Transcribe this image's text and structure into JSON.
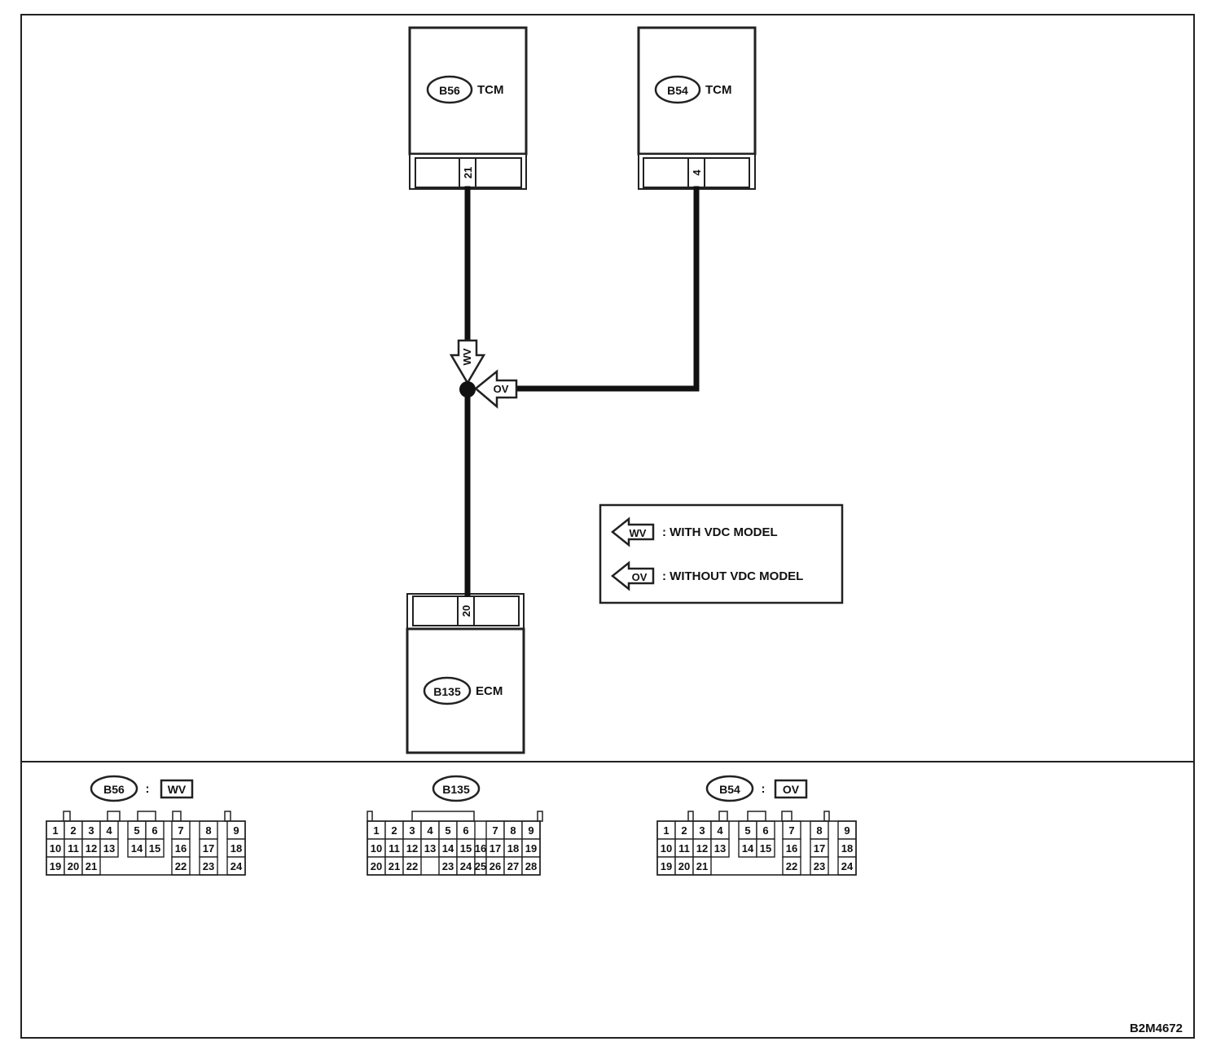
{
  "figure_id": "B2M4672",
  "components": {
    "b56": {
      "code": "B56",
      "name": "TCM",
      "pin": "21"
    },
    "b54": {
      "code": "B54",
      "name": "TCM",
      "pin": "4"
    },
    "b135": {
      "code": "B135",
      "name": "ECM",
      "pin": "20"
    }
  },
  "wire_tags": {
    "wv": "WV",
    "ov": "OV"
  },
  "legend": {
    "items": [
      {
        "tag": "WV",
        "text": ": WITH VDC MODEL"
      },
      {
        "tag": "OV",
        "text": ": WITHOUT VDC MODEL"
      }
    ]
  },
  "connector_views": {
    "b56": {
      "code": "B56",
      "separator": ":",
      "tag": "WV",
      "rows": [
        [
          "1",
          "2",
          "3",
          "4",
          "",
          "5",
          "6",
          "",
          "7",
          "",
          "8",
          "",
          "9"
        ],
        [
          "10",
          "11",
          "12",
          "13",
          "",
          "14",
          "15",
          "",
          "16",
          "",
          "17",
          "",
          "18"
        ],
        [
          "19",
          "20",
          "21",
          "",
          "",
          "",
          "",
          "",
          "22",
          "",
          "23",
          "",
          "24"
        ]
      ]
    },
    "b135": {
      "code": "B135",
      "rows": [
        [
          "1",
          "2",
          "3",
          "4",
          "5",
          "6",
          "",
          "7",
          "8",
          "9"
        ],
        [
          "10",
          "11",
          "12",
          "13",
          "14",
          "15",
          "16",
          "17",
          "18",
          "19"
        ],
        [
          "20",
          "21",
          "22",
          "",
          "23",
          "24",
          "25",
          "26",
          "27",
          "28"
        ]
      ]
    },
    "b54": {
      "code": "B54",
      "separator": ":",
      "tag": "OV",
      "rows": [
        [
          "1",
          "2",
          "3",
          "4",
          "",
          "5",
          "6",
          "",
          "7",
          "",
          "8",
          "",
          "9"
        ],
        [
          "10",
          "11",
          "12",
          "13",
          "",
          "14",
          "15",
          "",
          "16",
          "",
          "17",
          "",
          "18"
        ],
        [
          "19",
          "20",
          "21",
          "",
          "",
          "",
          "",
          "",
          "22",
          "",
          "23",
          "",
          "24"
        ]
      ]
    }
  }
}
